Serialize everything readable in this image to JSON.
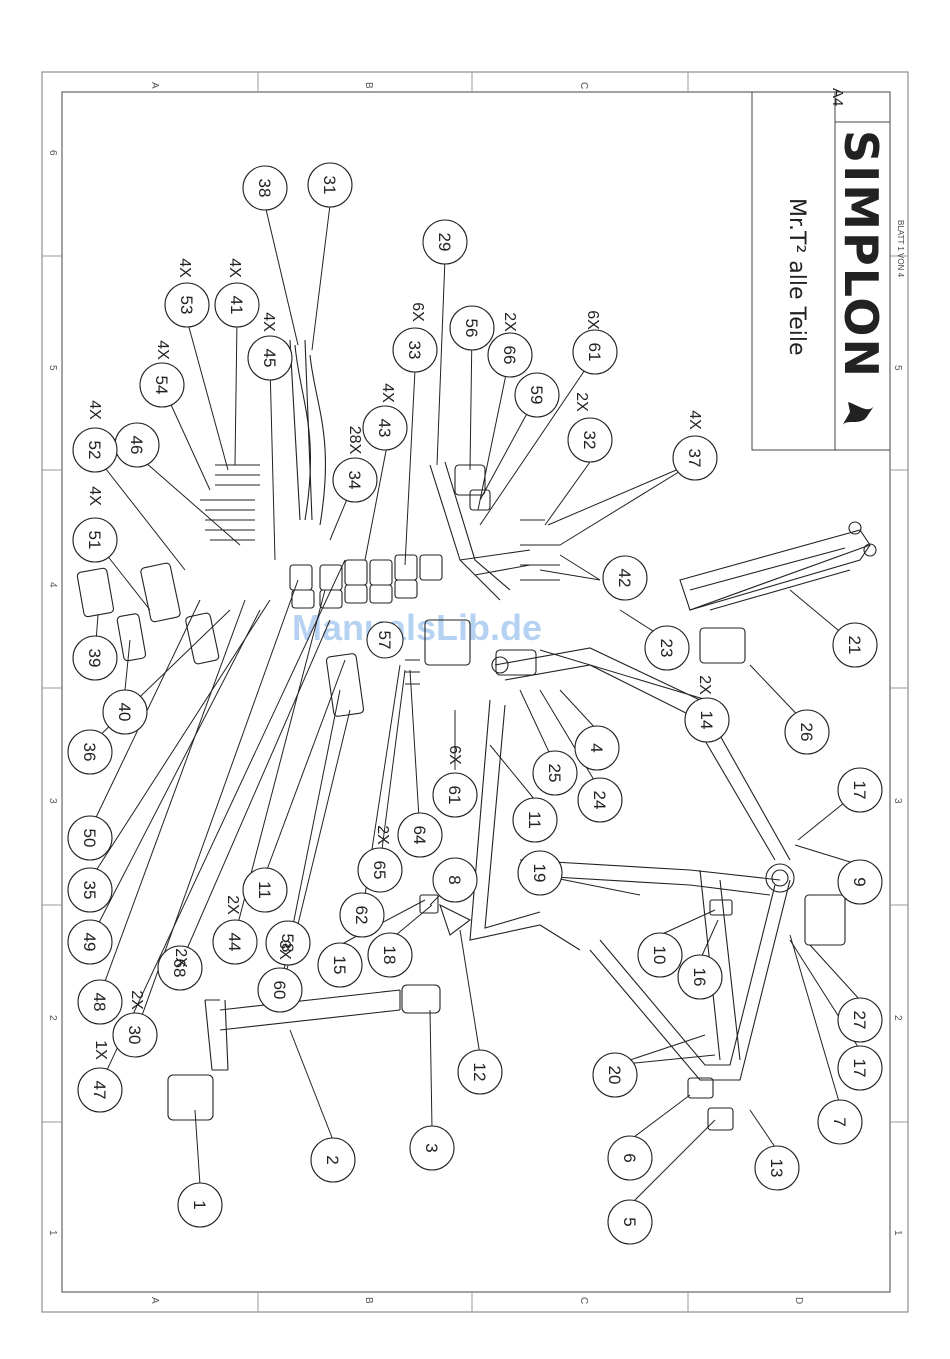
{
  "sheet": {
    "title": "Mr.T² alle Teile",
    "brand": "SIMPLON",
    "sheet_info": "BLATT 1 VON 4",
    "paper_size": "A4",
    "watermark": "ManualsLib.de",
    "grid_letters": [
      "A",
      "B",
      "C",
      "D"
    ],
    "grid_numbers": [
      "1",
      "2",
      "3",
      "4",
      "5",
      "6"
    ]
  },
  "callouts": [
    "1",
    "2",
    "3",
    "4",
    "5",
    "6",
    "7",
    "8",
    "9",
    "10",
    "11",
    "11",
    "12",
    "13",
    "14",
    "15",
    "16",
    "17",
    "17",
    "18",
    "19",
    "20",
    "21",
    "23",
    "24",
    "25",
    "26",
    "27",
    "29",
    "30",
    "31",
    "32",
    "33",
    "34",
    "35",
    "36",
    "37",
    "38",
    "39",
    "40",
    "41",
    "42",
    "43",
    "44",
    "45",
    "46",
    "47",
    "48",
    "49",
    "50",
    "51",
    "52",
    "53",
    "54",
    "56",
    "57",
    "58",
    "59",
    "60",
    "61",
    "61",
    "62",
    "64",
    "65",
    "66",
    "68"
  ],
  "quantities": [
    "4X",
    "4X",
    "4X",
    "4X",
    "6X",
    "2X",
    "6X",
    "4X",
    "28X",
    "2X",
    "4X",
    "4X",
    "4X",
    "2X",
    "6X",
    "2X",
    "3X",
    "2X",
    "2X",
    "1X",
    "2X"
  ],
  "colors": {
    "line": "#222222",
    "border": "#555555",
    "watermark": "#9ec3ee"
  }
}
